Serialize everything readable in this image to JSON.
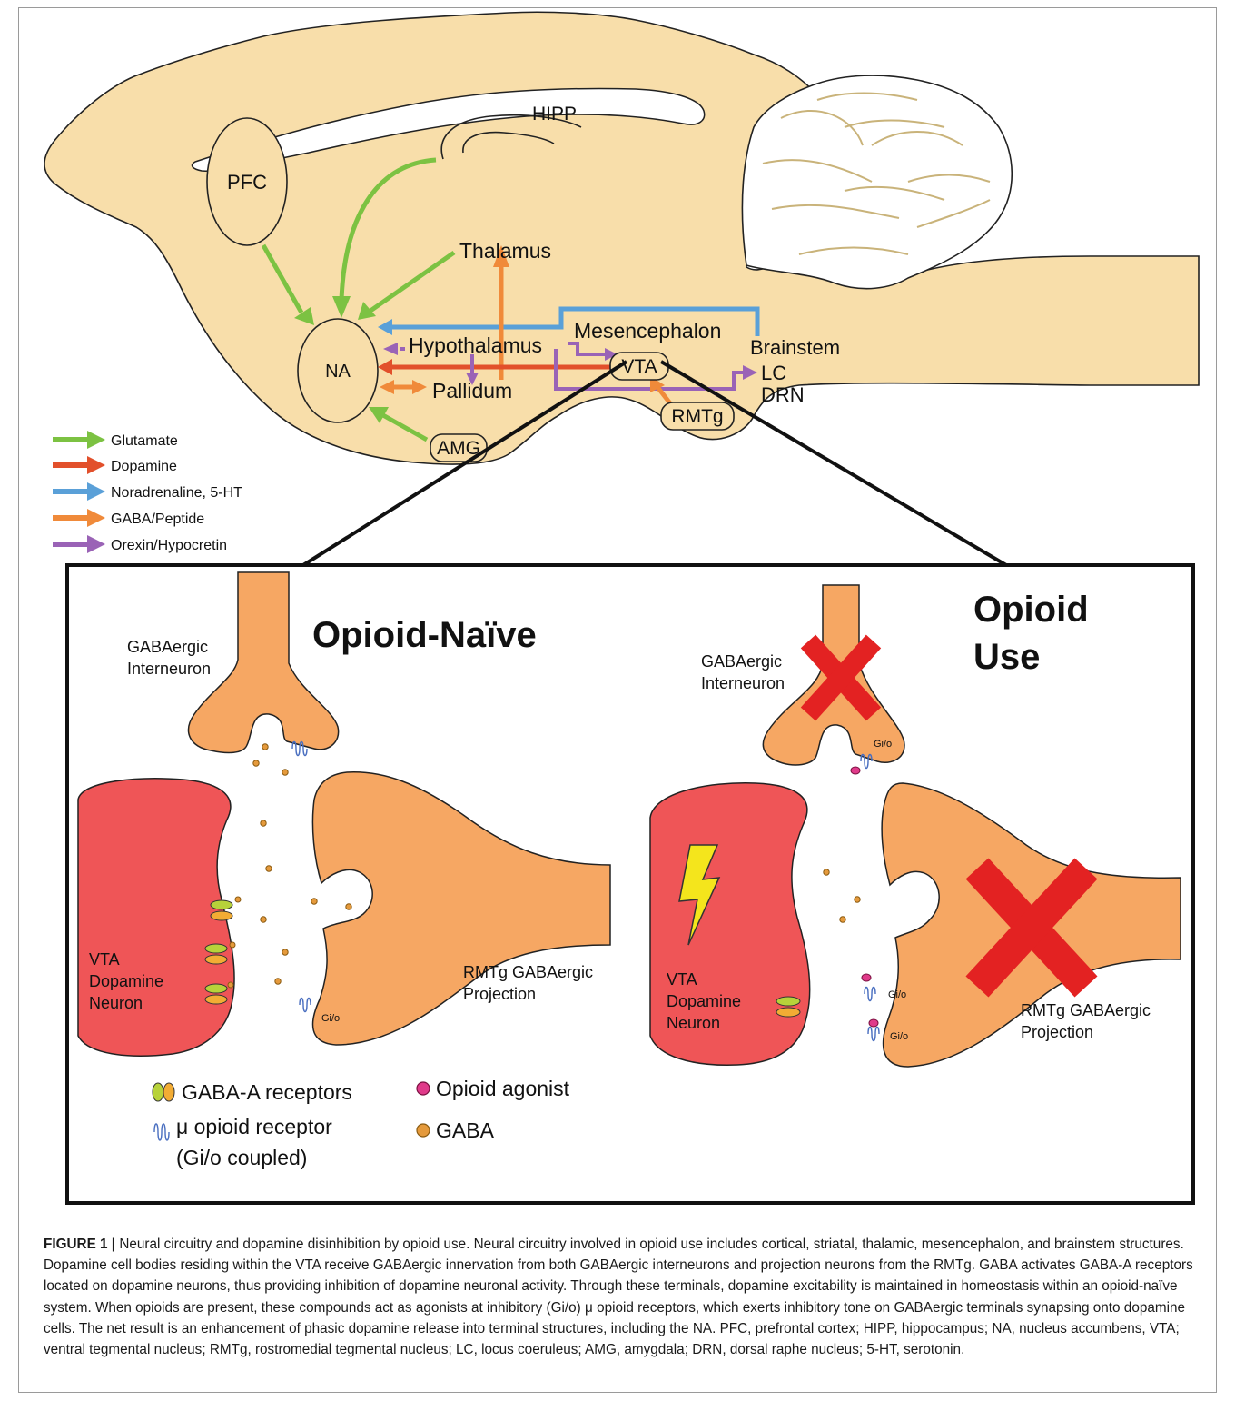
{
  "colors": {
    "brain_fill": "#f8deaa",
    "glutamate": "#7cc242",
    "dopamine": "#e2502b",
    "noradrenaline": "#5aa0d8",
    "gaba": "#f08a3a",
    "orexin": "#9a63b6",
    "dopamine_neuron": "#ef5557",
    "gaba_neuron": "#f6a763",
    "block_x": "#e32222",
    "bolt": "#f4e51c"
  },
  "regions": {
    "pfc": "PFC",
    "hipp": "HIPP",
    "na": "NA",
    "thalamus": "Thalamus",
    "hypothalamus": "Hypothalamus",
    "pallidum": "Pallidum",
    "mesencephalon": "Mesencephalon",
    "vta": "VTA",
    "brainstem": "Brainstem",
    "lc": "LC",
    "drn": "DRN",
    "rmtg": "RMTg",
    "amg": "AMG"
  },
  "legend": [
    {
      "label": "Glutamate",
      "icon": "green-arrow"
    },
    {
      "label": "Dopamine",
      "icon": "red-arrow"
    },
    {
      "label": "Noradrenaline, 5-HT",
      "icon": "blue-arrow"
    },
    {
      "label": "GABA/Peptide",
      "icon": "orange-arrow"
    },
    {
      "label": "Orexin/Hypocretin",
      "icon": "purple-arrow"
    }
  ],
  "panel": {
    "naive_title": "Opioid-Naïve",
    "use_title_line1": "Opioid",
    "use_title_line2": "Use",
    "interneuron_line1": "GABAergic",
    "interneuron_line2": "Interneuron",
    "vta_line1": "VTA",
    "vta_line2": "Dopamine",
    "vta_line3": "Neuron",
    "rmtg_proj_line1": "RMTg GABAergic",
    "rmtg_proj_line2": "Projection",
    "rmtg_proj2_line1": "RMTg GABAergic",
    "rmtg_proj2_line2": "Projection",
    "gio": "Gi/o"
  },
  "key": {
    "gabaa": "GABA-A receptors",
    "mu_line1": "μ opioid receptor",
    "mu_line2": "(Gi/o coupled)",
    "agonist": "Opioid agonist",
    "gaba": "GABA"
  },
  "caption": {
    "label": "FIGURE 1 |",
    "text": "Neural circuitry and dopamine disinhibition by opioid use. Neural circuitry involved in opioid use includes cortical, striatal, thalamic, mesencephalon, and brainstem structures. Dopamine cell bodies residing within the VTA receive GABAergic innervation from both GABAergic interneurons and projection neurons from the RMTg. GABA activates GABA-A receptors located on dopamine neurons, thus providing inhibition of dopamine neuronal activity. Through these terminals, dopamine excitability is maintained in homeostasis within an opioid-naïve system. When opioids are present, these compounds act as agonists at inhibitory (Gi/o) μ opioid receptors, which exerts inhibitory tone on GABAergic terminals synapsing onto dopamine cells. The net result is an enhancement of phasic dopamine release into terminal structures, including the NA. PFC, prefrontal cortex; HIPP, hippocampus; NA, nucleus accumbens, VTA; ventral tegmental nucleus; RMTg, rostromedial tegmental nucleus; LC, locus coeruleus; AMG, amygdala; DRN, dorsal raphe nucleus; 5-HT, serotonin."
  }
}
